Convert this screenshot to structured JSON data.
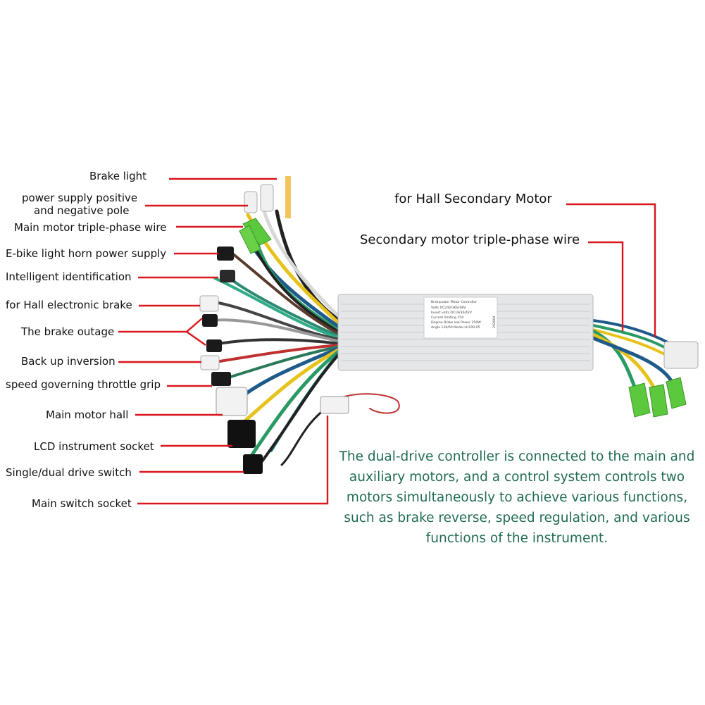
{
  "labels": {
    "brake_light": "Brake light",
    "power_supply_line1": "power supply positive",
    "power_supply_line2": "and negative pole",
    "main_motor_phase": "Main motor triple-phase wire",
    "ebike_light_horn": "E-bike light horn power supply",
    "intelligent_id": "Intelligent identification",
    "hall_brake": "for Hall electronic brake",
    "brake_outage": "The brake outage",
    "backup_inversion": "Back up inversion",
    "throttle": "speed governing throttle grip",
    "main_motor_hall": "Main motor hall",
    "lcd_socket": "LCD instrument socket",
    "drive_switch": "Single/dual drive switch",
    "main_switch": "Main switch socket",
    "secondary_hall": "for Hall  Secondary Motor",
    "secondary_phase": "Secondary motor triple-phase wire"
  },
  "description": {
    "line1": "The dual-drive controller is connected to the main and",
    "line2": "auxiliary motors, and a control system controls two",
    "line3": "motors simultaneously to achieve various functions,",
    "line4": "such as brake reverse, speed regulation, and various",
    "line5": "functions of the instrument."
  },
  "controller_label": {
    "title": "Brainpower Motor Controller",
    "l1": "Volts DC24V/36V/48V",
    "l2": "Invert volts DC19/30/42V",
    "l3": "Current limiting 15A",
    "l4": "Degree Brake low Power 250W",
    "l5": "Angle 120/60 Model LH100-05",
    "code": "202004"
  },
  "colors": {
    "leader_line": "#d9161c",
    "description_text": "#1f6b54",
    "controller_body": "#e4e6e8",
    "green_connector": "#5cc83e"
  }
}
